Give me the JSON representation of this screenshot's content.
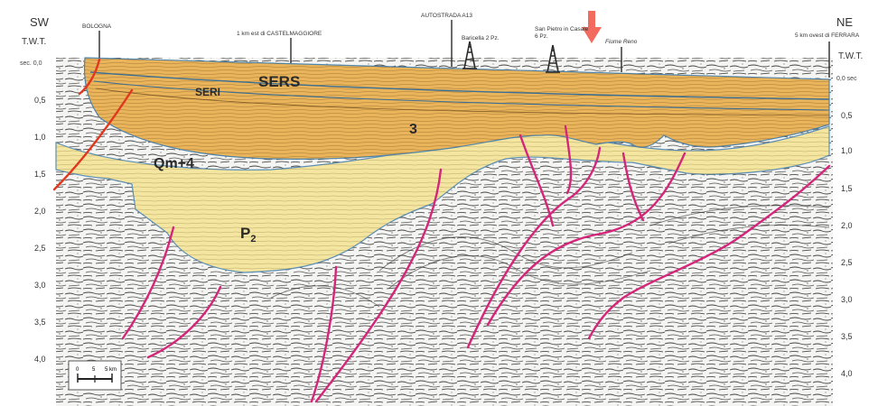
{
  "orientation": {
    "left": "SW",
    "right": "NE"
  },
  "axis": {
    "label": "T.W.T.",
    "unit_left": "sec. 0,0",
    "unit_right": "0,0 sec",
    "ticks": [
      "0,5",
      "1,0",
      "1,5",
      "2,0",
      "2,5",
      "3,0",
      "3,5",
      "4,0"
    ]
  },
  "locations": {
    "bologna": "BOLOGNA",
    "castelmaggiore": "1 km est di CASTELMAGGIORE",
    "autostrada": "AUTOSTRADA A13",
    "well_1": "Baricella 2 Pz.",
    "well_2": "San Pietro in Casale 6 Pz.",
    "river": "Fiume Reno",
    "ferrara": "5 km ovest di FERRARA"
  },
  "units": {
    "sers": "SERS",
    "seri": "SERI",
    "u3": "3",
    "qm4": "Qm+4",
    "p2_base": "P",
    "p2_sub": "2"
  },
  "scale_bar": {
    "labels": [
      "0",
      "5",
      "5 km"
    ]
  },
  "colors": {
    "upper_unit": "#e9b45a",
    "middle_unit": "#f1df8e",
    "lower_unit": "#f6e7a6",
    "fault_magenta": "#d4267a",
    "fault_red": "#e2371f",
    "arrow": "#f26b5e"
  }
}
